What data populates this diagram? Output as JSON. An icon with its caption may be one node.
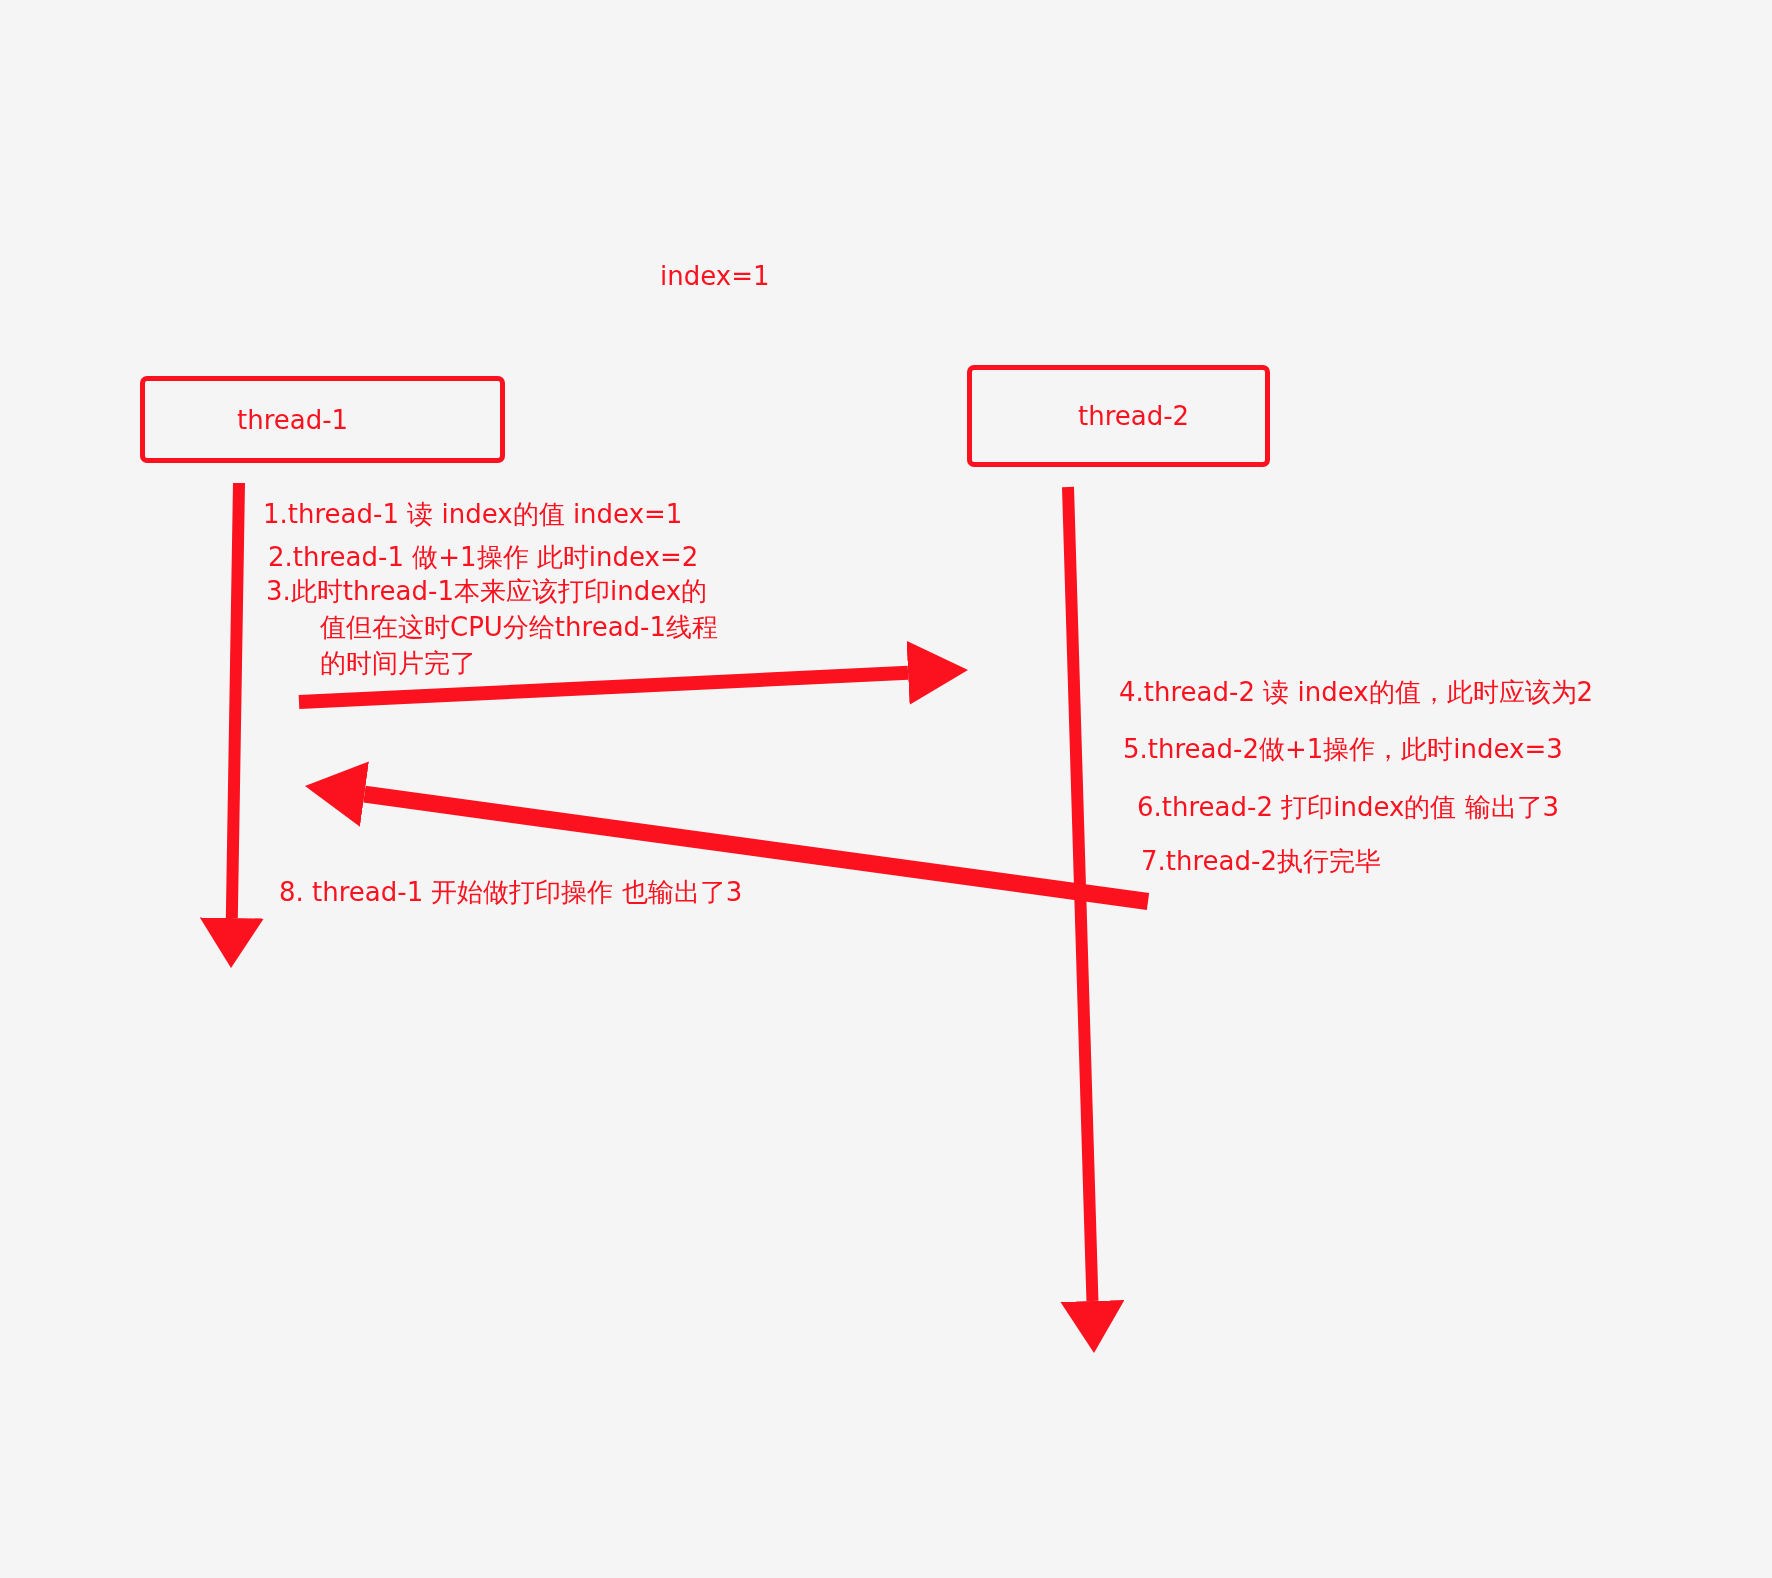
{
  "diagram": {
    "nodes": [
      {
        "text": [
          "thread-1"
        ]
      },
      {
        "text": [
          "thread-2"
        ]
      },
      {
        "text": [
          "3.此时thread-1本来应该打印index的值但在这时CPU分给thread-1线程的时间片完了"
        ]
      },
      {
        "text": [
          "7.thread-2执行完毕"
        ]
      }
    ],
    "edges": [
      {
        "from": 0,
        "to": null,
        "arrow": "to"
      },
      {
        "from": 1,
        "to": null,
        "arrow": "to"
      },
      {
        "from": 2,
        "to": null,
        "arrow": "to"
      },
      {
        "from": 3,
        "to": null,
        "arrow": "to"
      }
    ],
    "labels": [
      "index=1",
      "1.thread-1 读 index的值 index=1",
      "2.thread-1 做+1操作 此时index=2",
      "4.thread-2 读 index的值，此时应该为2",
      "5.thread-2做+1操作，此时index=3",
      "6.thread-2 打印index的值  输出了3",
      "8. thread-1 开始做打印操作  也输出了3"
    ]
  }
}
